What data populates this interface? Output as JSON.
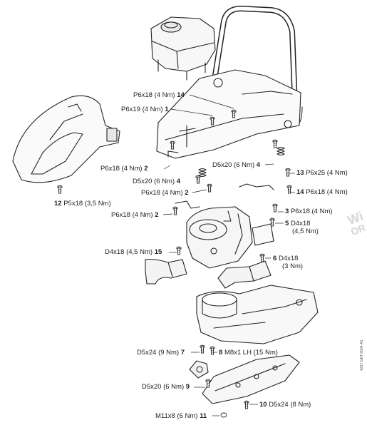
{
  "document_id": "4237-GET-0004-A1",
  "watermark": [
    "Wi",
    "OR"
  ],
  "callouts": [
    {
      "id": "c14a",
      "num": "14",
      "spec": "P6x18 (4 Nm)",
      "num_first": false
    },
    {
      "id": "c1",
      "num": "1",
      "spec": "P6x19 (4 Nm)",
      "num_first": false
    },
    {
      "id": "c2a",
      "num": "2",
      "spec": "P6x18 (4 Nm)",
      "num_first": false
    },
    {
      "id": "c4a",
      "num": "4",
      "spec": "D5x20 (6 Nm)",
      "num_first": false
    },
    {
      "id": "c13",
      "num": "13",
      "spec": "P6x25 (4 Nm)",
      "num_first": true
    },
    {
      "id": "c4b",
      "num": "4",
      "spec": "D5x20 (6 Nm)",
      "num_first": false
    },
    {
      "id": "c2b",
      "num": "2",
      "spec": "P6x18 (4 Nm)",
      "num_first": false
    },
    {
      "id": "c14b",
      "num": "14",
      "spec": "P6x18 (4 Nm)",
      "num_first": true
    },
    {
      "id": "c12",
      "num": "12",
      "spec": "P5x18 (3,5 Nm)",
      "num_first": true
    },
    {
      "id": "c3",
      "num": "3",
      "spec": "P6x18 (4 Nm)",
      "num_first": true
    },
    {
      "id": "c2c",
      "num": "2",
      "spec": "P6x18 (4 Nm)",
      "num_first": false
    },
    {
      "id": "c5",
      "num": "5",
      "spec": "D4x18",
      "spec2": "(4,5 Nm)",
      "num_first": true
    },
    {
      "id": "c15",
      "num": "15",
      "spec": "D4x18 (4,5 Nm)",
      "num_first": false
    },
    {
      "id": "c6",
      "num": "6",
      "spec": "D4x18",
      "spec2": "(3 Nm)",
      "num_first": true
    },
    {
      "id": "c7",
      "num": "7",
      "spec": "D5x24 (9 Nm)",
      "num_first": false
    },
    {
      "id": "c8",
      "num": "8",
      "spec": "M8x1 LH (15 Nm)",
      "num_first": true
    },
    {
      "id": "c9",
      "num": "9",
      "spec": "D5x20 (6 Nm)",
      "num_first": false
    },
    {
      "id": "c10",
      "num": "10",
      "spec": "D5x24 (8 Nm)",
      "num_first": true
    },
    {
      "id": "c11",
      "num": "11",
      "spec": "M11x8 (6 Nm)",
      "num_first": false
    }
  ]
}
